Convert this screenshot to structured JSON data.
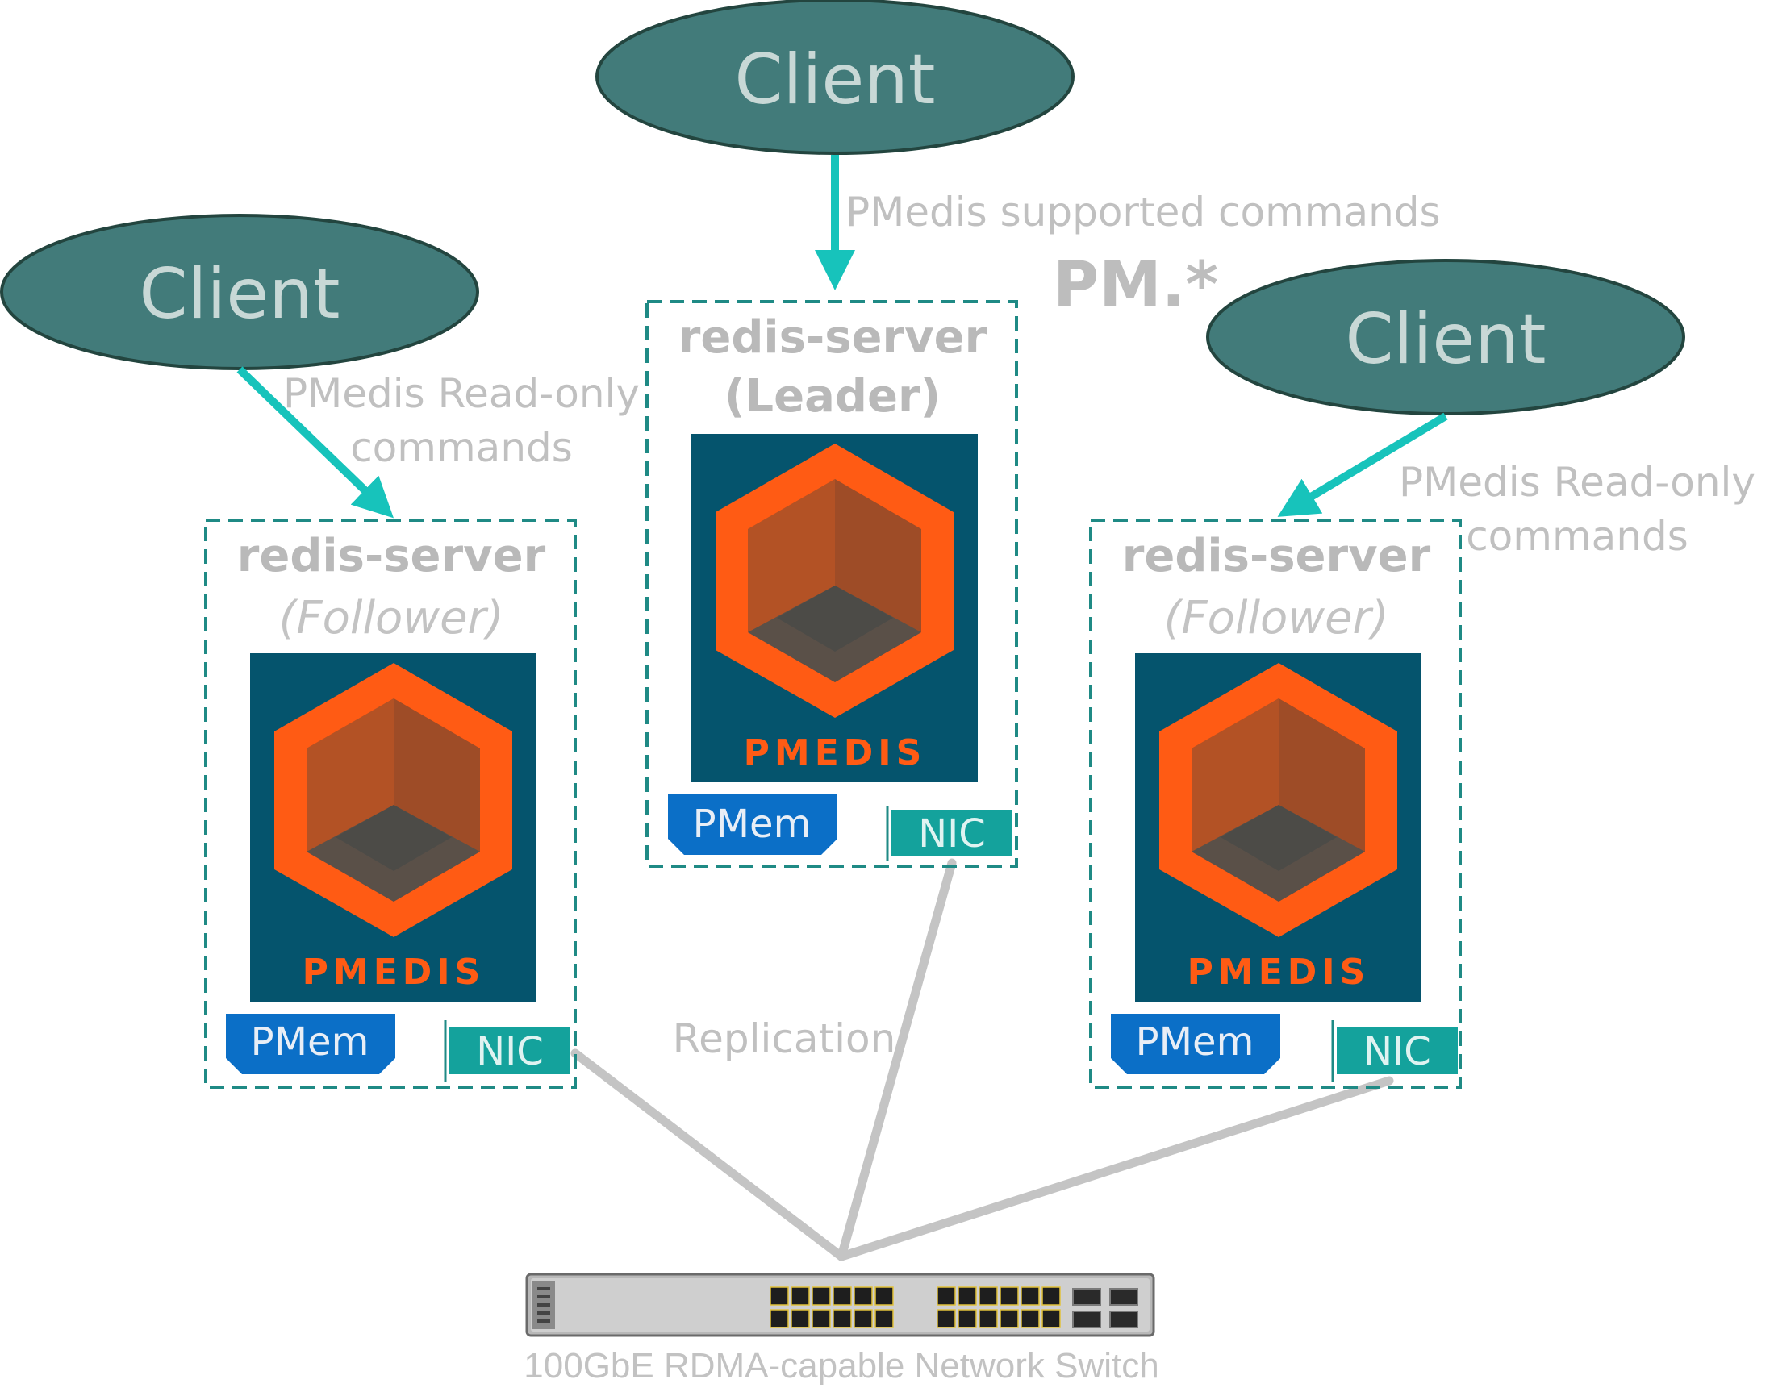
{
  "clients": [
    {
      "label": "Client"
    },
    {
      "label": "Client"
    },
    {
      "label": "Client"
    }
  ],
  "leader": {
    "title": "redis-server",
    "role": "(Leader)",
    "logo_text": "PMEDIS",
    "pmem_label": "PMem",
    "nic_label": "NIC"
  },
  "follower_left": {
    "title": "redis-server",
    "role": "(Follower)",
    "logo_text": "PMEDIS",
    "pmem_label": "PMem",
    "nic_label": "NIC"
  },
  "follower_right": {
    "title": "redis-server",
    "role": "(Follower)",
    "logo_text": "PMEDIS",
    "pmem_label": "PMem",
    "nic_label": "NIC"
  },
  "annotations": {
    "leader_commands": "PMedis supported commands",
    "pm_star": "PM.*",
    "left_readonly_line1": "PMedis Read-only",
    "left_readonly_line2": "commands",
    "right_readonly_line1": "PMedis Read-only",
    "right_readonly_line2": "commands",
    "replication": "Replication"
  },
  "switch": {
    "caption": "100GbE RDMA-capable Network Switch"
  },
  "colors": {
    "client_fill": "#427b7a",
    "arrow": "#17c3bb",
    "dashed_border": "#1f8a85",
    "logo_bg": "#05546d",
    "logo_orange": "#ff5b14",
    "pmem_fill": "#0b6fc7",
    "nic_fill": "#14a29c",
    "link_gray": "#c4c4c4"
  }
}
